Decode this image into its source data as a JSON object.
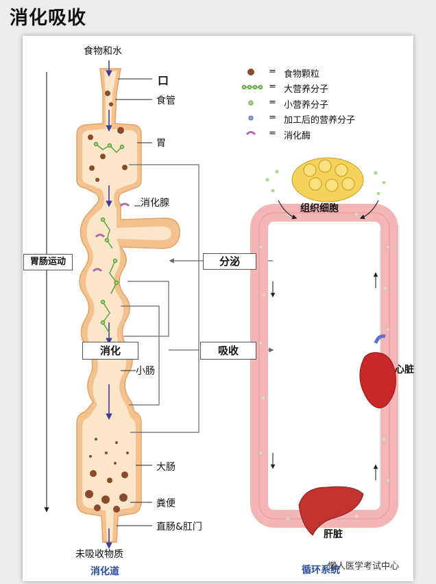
{
  "title": "消化吸收",
  "labels": {
    "food_water": "食物和水",
    "mouth": "口",
    "esophagus": "食管",
    "stomach": "胃",
    "digestive_gland": "消化腺",
    "gi_motility": "胃肠运动",
    "secretion": "分泌",
    "digestion": "消化",
    "absorption": "吸收",
    "small_intestine": "小肠",
    "large_intestine": "大肠",
    "feces": "粪便",
    "rectum_anus": "直肠&肛门",
    "unabsorbed": "未吸收物质",
    "digestive_tract": "消化道",
    "tissue_cells": "组织细胞",
    "heart": "心脏",
    "liver": "肝脏",
    "circulation": "循环系统"
  },
  "legend": [
    {
      "symbol": "food-particle",
      "eq": "=",
      "text": "食物颗粒"
    },
    {
      "symbol": "macromolecule",
      "eq": "=",
      "text": "大营养分子"
    },
    {
      "symbol": "small-molecule",
      "eq": "=",
      "text": "小营养分子"
    },
    {
      "symbol": "processed-molecule",
      "eq": "=",
      "text": "加工后的营养分子"
    },
    {
      "symbol": "enzyme",
      "eq": "=",
      "text": "消化酶"
    }
  ],
  "watermark": "懒人医学考试中心",
  "colors": {
    "tract_outer": "#f4c28e",
    "tract_inner": "#fbe6c9",
    "vessel": "#f2b5b8",
    "vessel_inner": "#fbdadb",
    "heart": "#c9282a",
    "liver": "#c0332f",
    "cells": "#f3d35a",
    "arrow": "#3b3f9a",
    "accent_text": "#2a4c9c"
  }
}
